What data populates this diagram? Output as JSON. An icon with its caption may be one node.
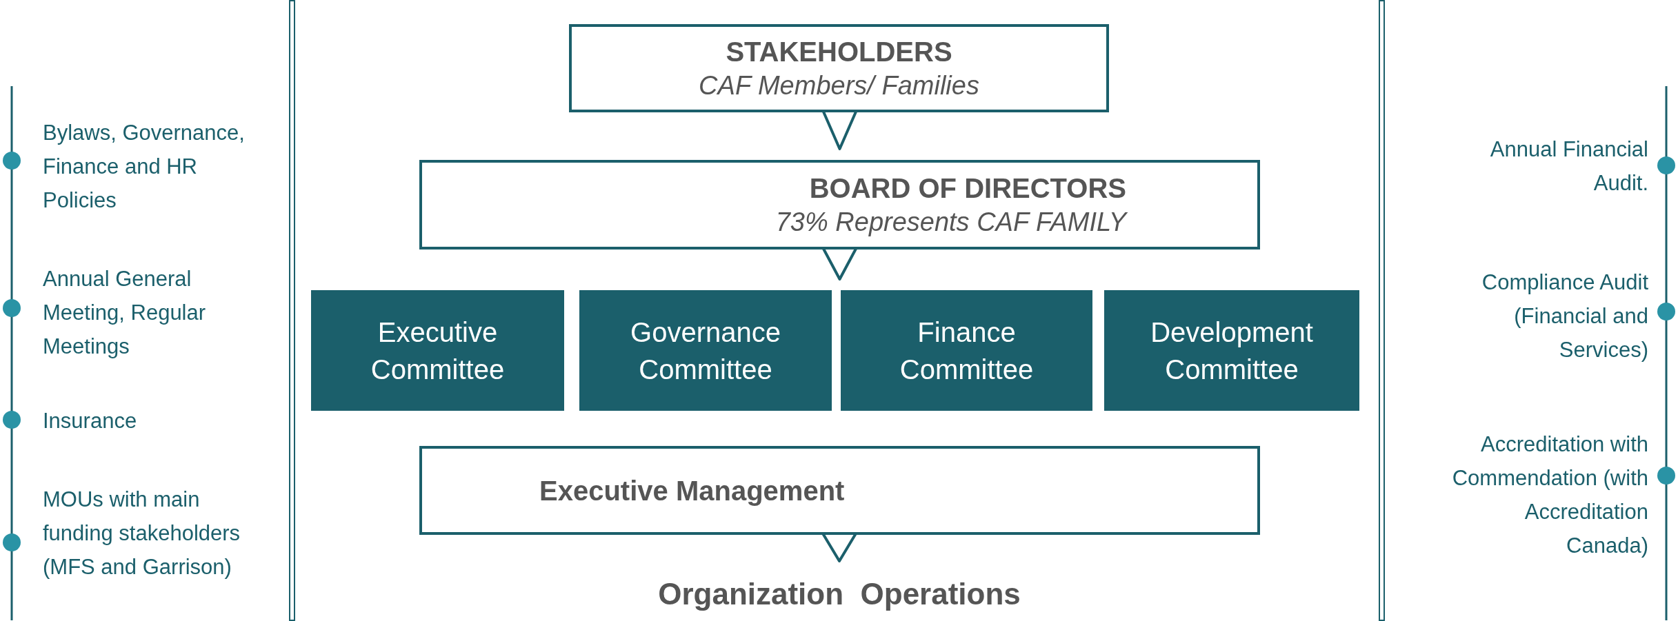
{
  "diagram": {
    "nodes": [
      {
        "text": [
          "STAKEHOLDERS",
          "CAF Members/ Families"
        ]
      },
      {
        "text": [
          "BOARD OF DIRECTORS",
          "73% Represents CAF FAMILY"
        ]
      },
      {
        "text": [
          "Executive Committee"
        ]
      },
      {
        "text": [
          "Governance Committee"
        ]
      },
      {
        "text": [
          "Finance Committee"
        ]
      },
      {
        "text": [
          "Development Committee"
        ]
      },
      {
        "text": [
          "Executive Management"
        ]
      },
      {
        "text": [
          "Organization  Operations"
        ]
      }
    ],
    "edges": [
      {
        "from": 0,
        "to": 1,
        "arrow": "to"
      },
      {
        "from": 1,
        "to": null,
        "arrow": "to"
      },
      {
        "from": 6,
        "to": 7,
        "arrow": "to"
      }
    ],
    "labels": [
      "Bylaws, Governance, Finance and HR Policies",
      "Annual General Meeting, Regular Meetings",
      "Insurance",
      "MOUs with main funding stakeholders (MFS and Garrison)",
      "Annual Financial Audit.",
      "Compliance Audit (Financial and Services)",
      "Accreditation with Commendation (with Accreditation Canada)"
    ]
  }
}
